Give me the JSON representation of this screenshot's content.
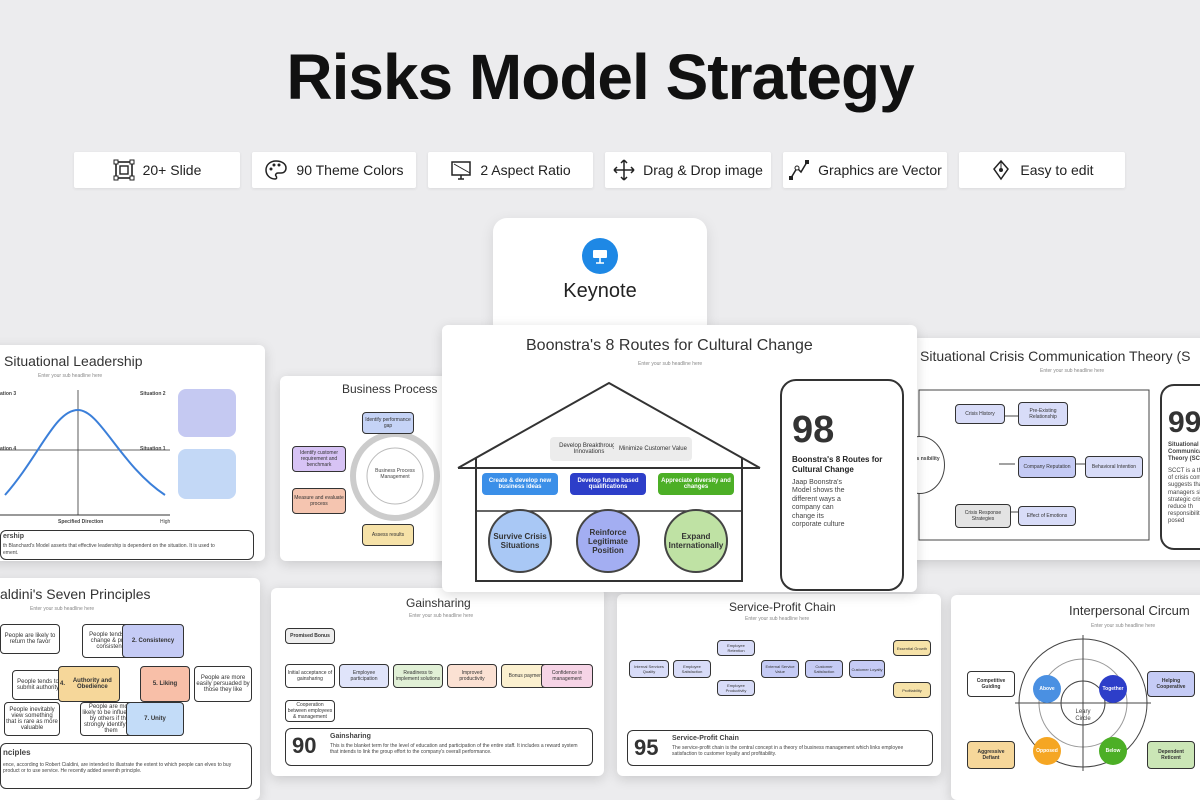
{
  "title": "Risks Model Strategy",
  "features": [
    {
      "icon": "slides-icon",
      "label": "20+ Slide"
    },
    {
      "icon": "palette-icon",
      "label": "90 Theme Colors"
    },
    {
      "icon": "monitor-icon",
      "label": "2 Aspect Ratio"
    },
    {
      "icon": "move-icon",
      "label": "Drag & Drop image"
    },
    {
      "icon": "vector-icon",
      "label": "Graphics are Vector"
    },
    {
      "icon": "pen-icon",
      "label": "Easy to edit"
    }
  ],
  "keynote": {
    "label": "Keynote",
    "color": "#1e88e5"
  },
  "sub_headline": "Enter your sub headline here",
  "slides": {
    "situational": {
      "title": "Situational Leadership",
      "sit3": "ation 3",
      "sit2": "Situation 2",
      "sit4": "ation 4",
      "sit1": "Situation 1",
      "xlabel": "Specified Direction",
      "high": "High",
      "heading": "ership",
      "body": "th Blanchard's Model asserts that effective leadership is dependent on the situation. It is used to",
      "body2": "ement."
    },
    "business": {
      "title": "Business Process",
      "center": "Business Process Management",
      "nodes": [
        "Identify performance gap",
        "Identify customer requirement and benchmark",
        "Measure and evaluate process",
        "Assess results"
      ]
    },
    "boonstra": {
      "title": "Boonstra's 8 Routes for Cultural Change",
      "roof_items": [
        "Develop Breakthrough Innovations",
        "Minimize Customer Value"
      ],
      "bars": [
        {
          "label": "Create & develop new business ideas",
          "color": "#3b8fe8"
        },
        {
          "label": "Develop future based qualifications",
          "color": "#2d3ec9"
        },
        {
          "label": "Appreciate diversity and changes",
          "color": "#4caf26"
        }
      ],
      "circles": [
        {
          "label": "Survive Crisis Situations",
          "color": "#a9c8f5"
        },
        {
          "label": "Reinforce Legitimate Position",
          "color": "#a3aef2"
        },
        {
          "label": "Expand Internationally",
          "color": "#bfe2a4"
        }
      ],
      "number": "98",
      "side_title": "Boonstra's 8 Routes for Cultural Change",
      "side_body": "Jaap Boonstra's Model shows the different ways a company can change its corporate culture"
    },
    "sccT": {
      "title": "Situational Crisis Communication Theory (S",
      "nodes": [
        "Crisis History",
        "Pre-Existing Relationship",
        "Company Reputation",
        "Behavioral Intention",
        "Crisis Response Strategies",
        "Effect of Emotions"
      ],
      "left_circle": "isis nsibility",
      "number": "99",
      "side_title": "Situational Crisis Communication Theory (SCCT)",
      "side_body": "SCCT is a theory of crisis com suggests tha managers sh strategic cris to reduce th responsibilit threat posed"
    },
    "cialdini": {
      "title": "aldini's Seven Principles",
      "items": [
        {
          "num": "2.",
          "label": "Consistency"
        },
        {
          "num": "4.",
          "label": "Authority and Obedience"
        },
        {
          "num": "5.",
          "label": "Liking"
        },
        {
          "num": "7.",
          "label": "Unity"
        }
      ],
      "notes": [
        "People are likely to return the favor",
        "People tends to submit authority",
        "People tends like change & prefer consistency",
        "People are more easily persuaded by those they like",
        "People inevitably view something that is rare as more valuable",
        "People are more likely to be influenced by others if they strongly identify with them"
      ],
      "heading": "nciples",
      "body": "ence, according to Robert Cialdini, are intended to illustrate the extent to which people can elves to buy product or to use service. He recently added seventh principle."
    },
    "gainsharing": {
      "title": "Gainsharing",
      "promo": "Promised Bonus",
      "steps": [
        "Initial acceptance of gainsharing",
        "Employee participation",
        "Readiness to implement solutions",
        "Improved productivity",
        "Bonus payment",
        "Confidence in management"
      ],
      "bottom": "Cooperation between employees & management",
      "number": "90",
      "heading": "Gainsharing",
      "body": "This is the blanket term for the level of education and participation of the entire staff. It includes a reward system that intends to link the group effort to the company's overall performance."
    },
    "service": {
      "title": "Service-Profit Chain",
      "nodes": [
        "Internal Services Quality",
        "Employee Satisfaction",
        "Employee Retention",
        "Employee Productivity",
        "External Service Value",
        "Customer Satisfaction",
        "Customer Loyalty",
        "Essential Growth",
        "Profitability"
      ],
      "number": "95",
      "heading": "Service-Profit Chain",
      "body": "The service-profit chain is the central concept in a theory of business management which links employee satisfaction to customer loyalty and profitability."
    },
    "interpersonal": {
      "title": "Interpersonal Circum",
      "center": "Leary Circle",
      "inner": [
        {
          "label": "Above",
          "color": "#4a90e2"
        },
        {
          "label": "Together",
          "color": "#2d3ec9"
        },
        {
          "label": "Opposed",
          "color": "#f5a623"
        },
        {
          "label": "Below",
          "color": "#4caf26"
        }
      ],
      "outer": [
        "Competitive Guiding",
        "Helping Cooperative",
        "Aggressive Defiant",
        "Dependent Reticent"
      ]
    }
  }
}
